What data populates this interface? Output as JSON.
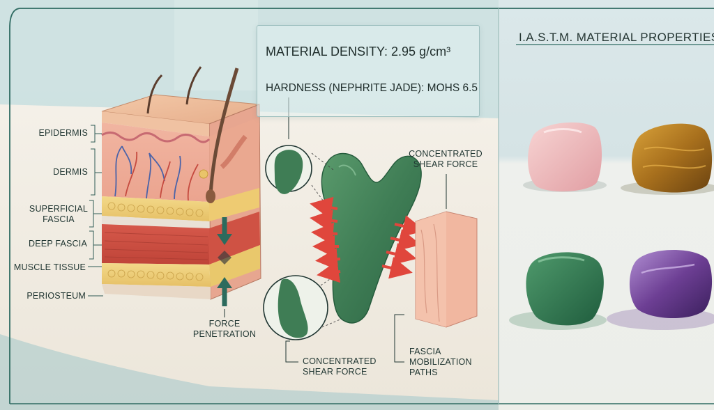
{
  "panel": {
    "density": "MATERIAL DENSITY: 2.95 g/cm³",
    "hardness": "HARDNESS (NEPHRITE JADE): MOHS 6.5"
  },
  "properties_title": "I.A.S.T.M. MATERIAL PROPERTIES",
  "tissue_layers": [
    "EPIDERMIS",
    "DERMIS",
    "SUPERFICIAL\nFASCIA",
    "DEEP FASCIA",
    "MUSCLE TISSUE",
    "PERIOSTEUM"
  ],
  "labels": {
    "force_penetration": "FORCE\nPENETRATION",
    "shear_top": "CONCENTRATED\nSHEAR FORCE",
    "shear_bottom": "CONCENTRATED\nSHEAR FORCE",
    "fascia_paths": "FASCIA\nMOBILIZATION\nPATHS"
  },
  "colors": {
    "jade": "#3f7a52",
    "arrow": "#e0463c",
    "frame": "#2f6b62",
    "rose_quartz": "#eab3b6",
    "tigers_eye": "#b98323",
    "green_aventurine": "#2f7a52",
    "amethyst": "#6a3d8f"
  },
  "icons": [
    "jade-gua-sha-icon",
    "skin-cross-section-icon",
    "stone-icons"
  ]
}
